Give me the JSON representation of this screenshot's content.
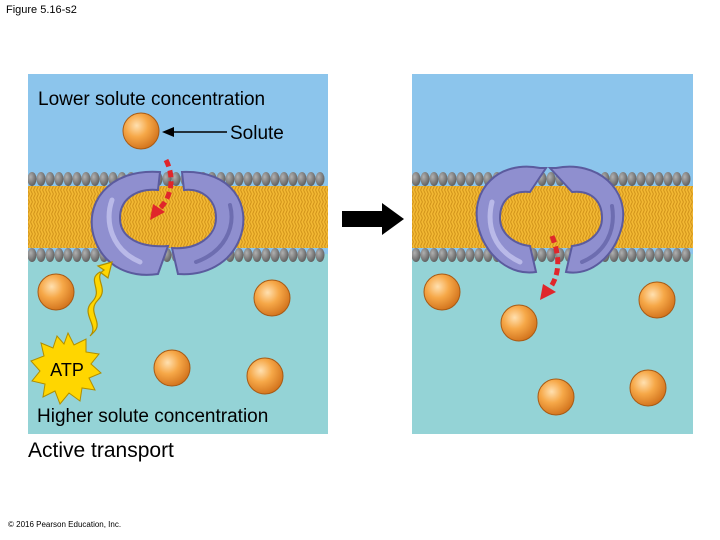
{
  "figure_label": "Figure 5.16-s2",
  "panel_left": {
    "top_label": "Lower solute concentration",
    "solute_label": "Solute",
    "energy_label": "ATP",
    "bottom_label": "Higher solute concentration"
  },
  "caption": "Active transport",
  "copyright": "© 2016 Pearson Education, Inc.",
  "colors": {
    "extracellular": "#8cc5ec",
    "cytoplasm": "#94d3d6",
    "phospholipid_head": "#7f7f7f",
    "lipid_tail": "#f2b833",
    "protein": "#8f8fcf",
    "solute": "#f29838",
    "atp_starburst": "#ffd600",
    "movement_arrow": "#e0262b",
    "step_arrow": "#000000"
  }
}
